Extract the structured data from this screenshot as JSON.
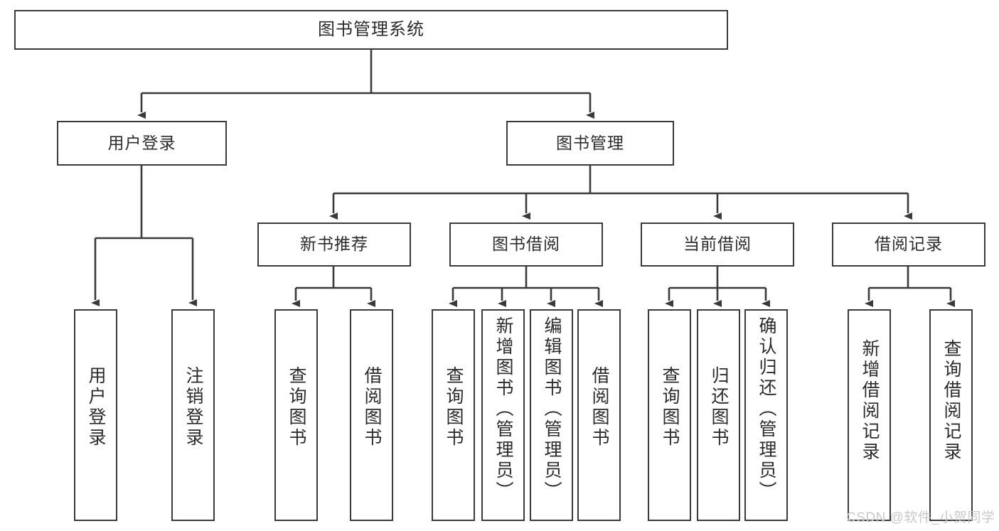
{
  "diagram": {
    "title": "图书管理系统",
    "type": "hierarchy-tree",
    "nodes": {
      "root": {
        "label": "图书管理系统",
        "level": 1
      },
      "level2": [
        {
          "id": "user-login",
          "label": "用户登录"
        },
        {
          "id": "book-management",
          "label": "图书管理"
        }
      ],
      "level3": [
        {
          "id": "new-book-recommend",
          "label": "新书推荐",
          "parent": "book-management"
        },
        {
          "id": "book-borrow",
          "label": "图书借阅",
          "parent": "book-management"
        },
        {
          "id": "current-borrow",
          "label": "当前借阅",
          "parent": "book-management"
        },
        {
          "id": "borrow-record",
          "label": "借阅记录",
          "parent": "book-management"
        }
      ],
      "leaves": [
        {
          "id": "leaf-user-login",
          "label": "用户登录",
          "parent": "user-login"
        },
        {
          "id": "leaf-logout-login",
          "label": "注销登录",
          "parent": "user-login"
        },
        {
          "id": "leaf-query-book-1",
          "label": "查询图书",
          "parent": "new-book-recommend"
        },
        {
          "id": "leaf-borrow-book-1",
          "label": "借阅图书",
          "parent": "new-book-recommend"
        },
        {
          "id": "leaf-query-book-2",
          "label": "查询图书",
          "parent": "book-borrow"
        },
        {
          "id": "leaf-add-book",
          "label": "新增图书（管理员）",
          "parent": "book-borrow"
        },
        {
          "id": "leaf-edit-book",
          "label": "编辑图书（管理员）",
          "parent": "book-borrow"
        },
        {
          "id": "leaf-borrow-book-2",
          "label": "借阅图书",
          "parent": "book-borrow"
        },
        {
          "id": "leaf-query-book-3",
          "label": "查询图书",
          "parent": "current-borrow"
        },
        {
          "id": "leaf-return-book",
          "label": "归还图书",
          "parent": "current-borrow"
        },
        {
          "id": "leaf-confirm-return",
          "label": "确认归还（管理员）",
          "parent": "current-borrow"
        },
        {
          "id": "leaf-add-record",
          "label": "新增借阅记录",
          "parent": "borrow-record"
        },
        {
          "id": "leaf-query-record",
          "label": "查询借阅记录",
          "parent": "borrow-record"
        }
      ]
    },
    "colors": {
      "stroke": "#3a3a3a",
      "text": "#2b2b2b",
      "background": "#ffffff",
      "watermark": "#c9c9c9"
    }
  },
  "watermark": {
    "text": "CSDN @软件_小贺同学"
  }
}
